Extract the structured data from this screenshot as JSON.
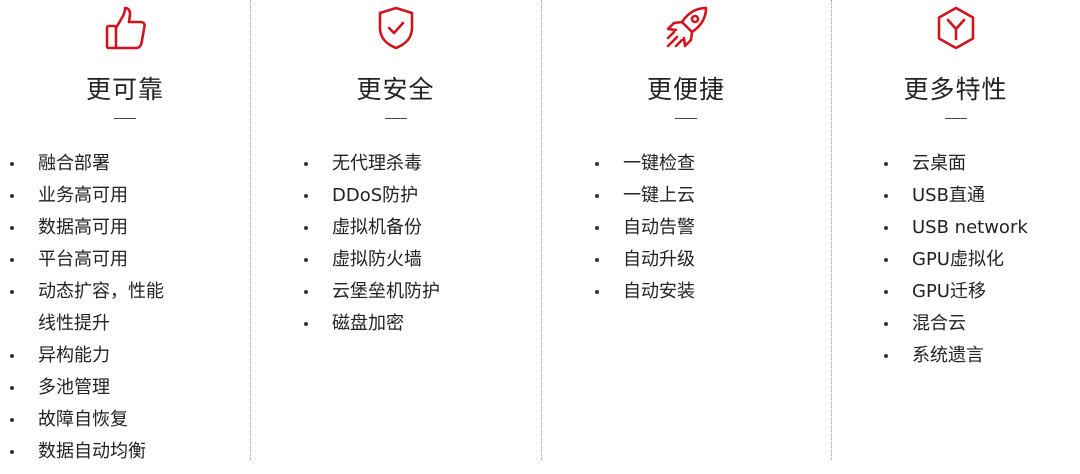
{
  "accent_color": "#d0141e",
  "columns": [
    {
      "icon": "thumbs-up-icon",
      "title": "更可靠",
      "items": [
        "融合部署",
        "业务高可用",
        "数据高可用",
        "平台高可用",
        "动态扩容，性能\n线性提升",
        "异构能力",
        "多池管理",
        "故障自恢复",
        "数据自动均衡"
      ]
    },
    {
      "icon": "shield-check-icon",
      "title": "更安全",
      "items": [
        "无代理杀毒",
        "DDoS防护",
        "虚拟机备份",
        "虚拟防火墙",
        "云堡垒机防护",
        "磁盘加密"
      ]
    },
    {
      "icon": "rocket-icon",
      "title": "更便捷",
      "items": [
        "一键检查",
        "一键上云",
        "自动告警",
        "自动升级",
        "自动安装"
      ]
    },
    {
      "icon": "hexagon-y-icon",
      "title": "更多特性",
      "items": [
        "云桌面",
        "USB直通",
        "USB network",
        "GPU虚拟化",
        "GPU迁移",
        "混合云",
        "系统遗言"
      ]
    }
  ]
}
